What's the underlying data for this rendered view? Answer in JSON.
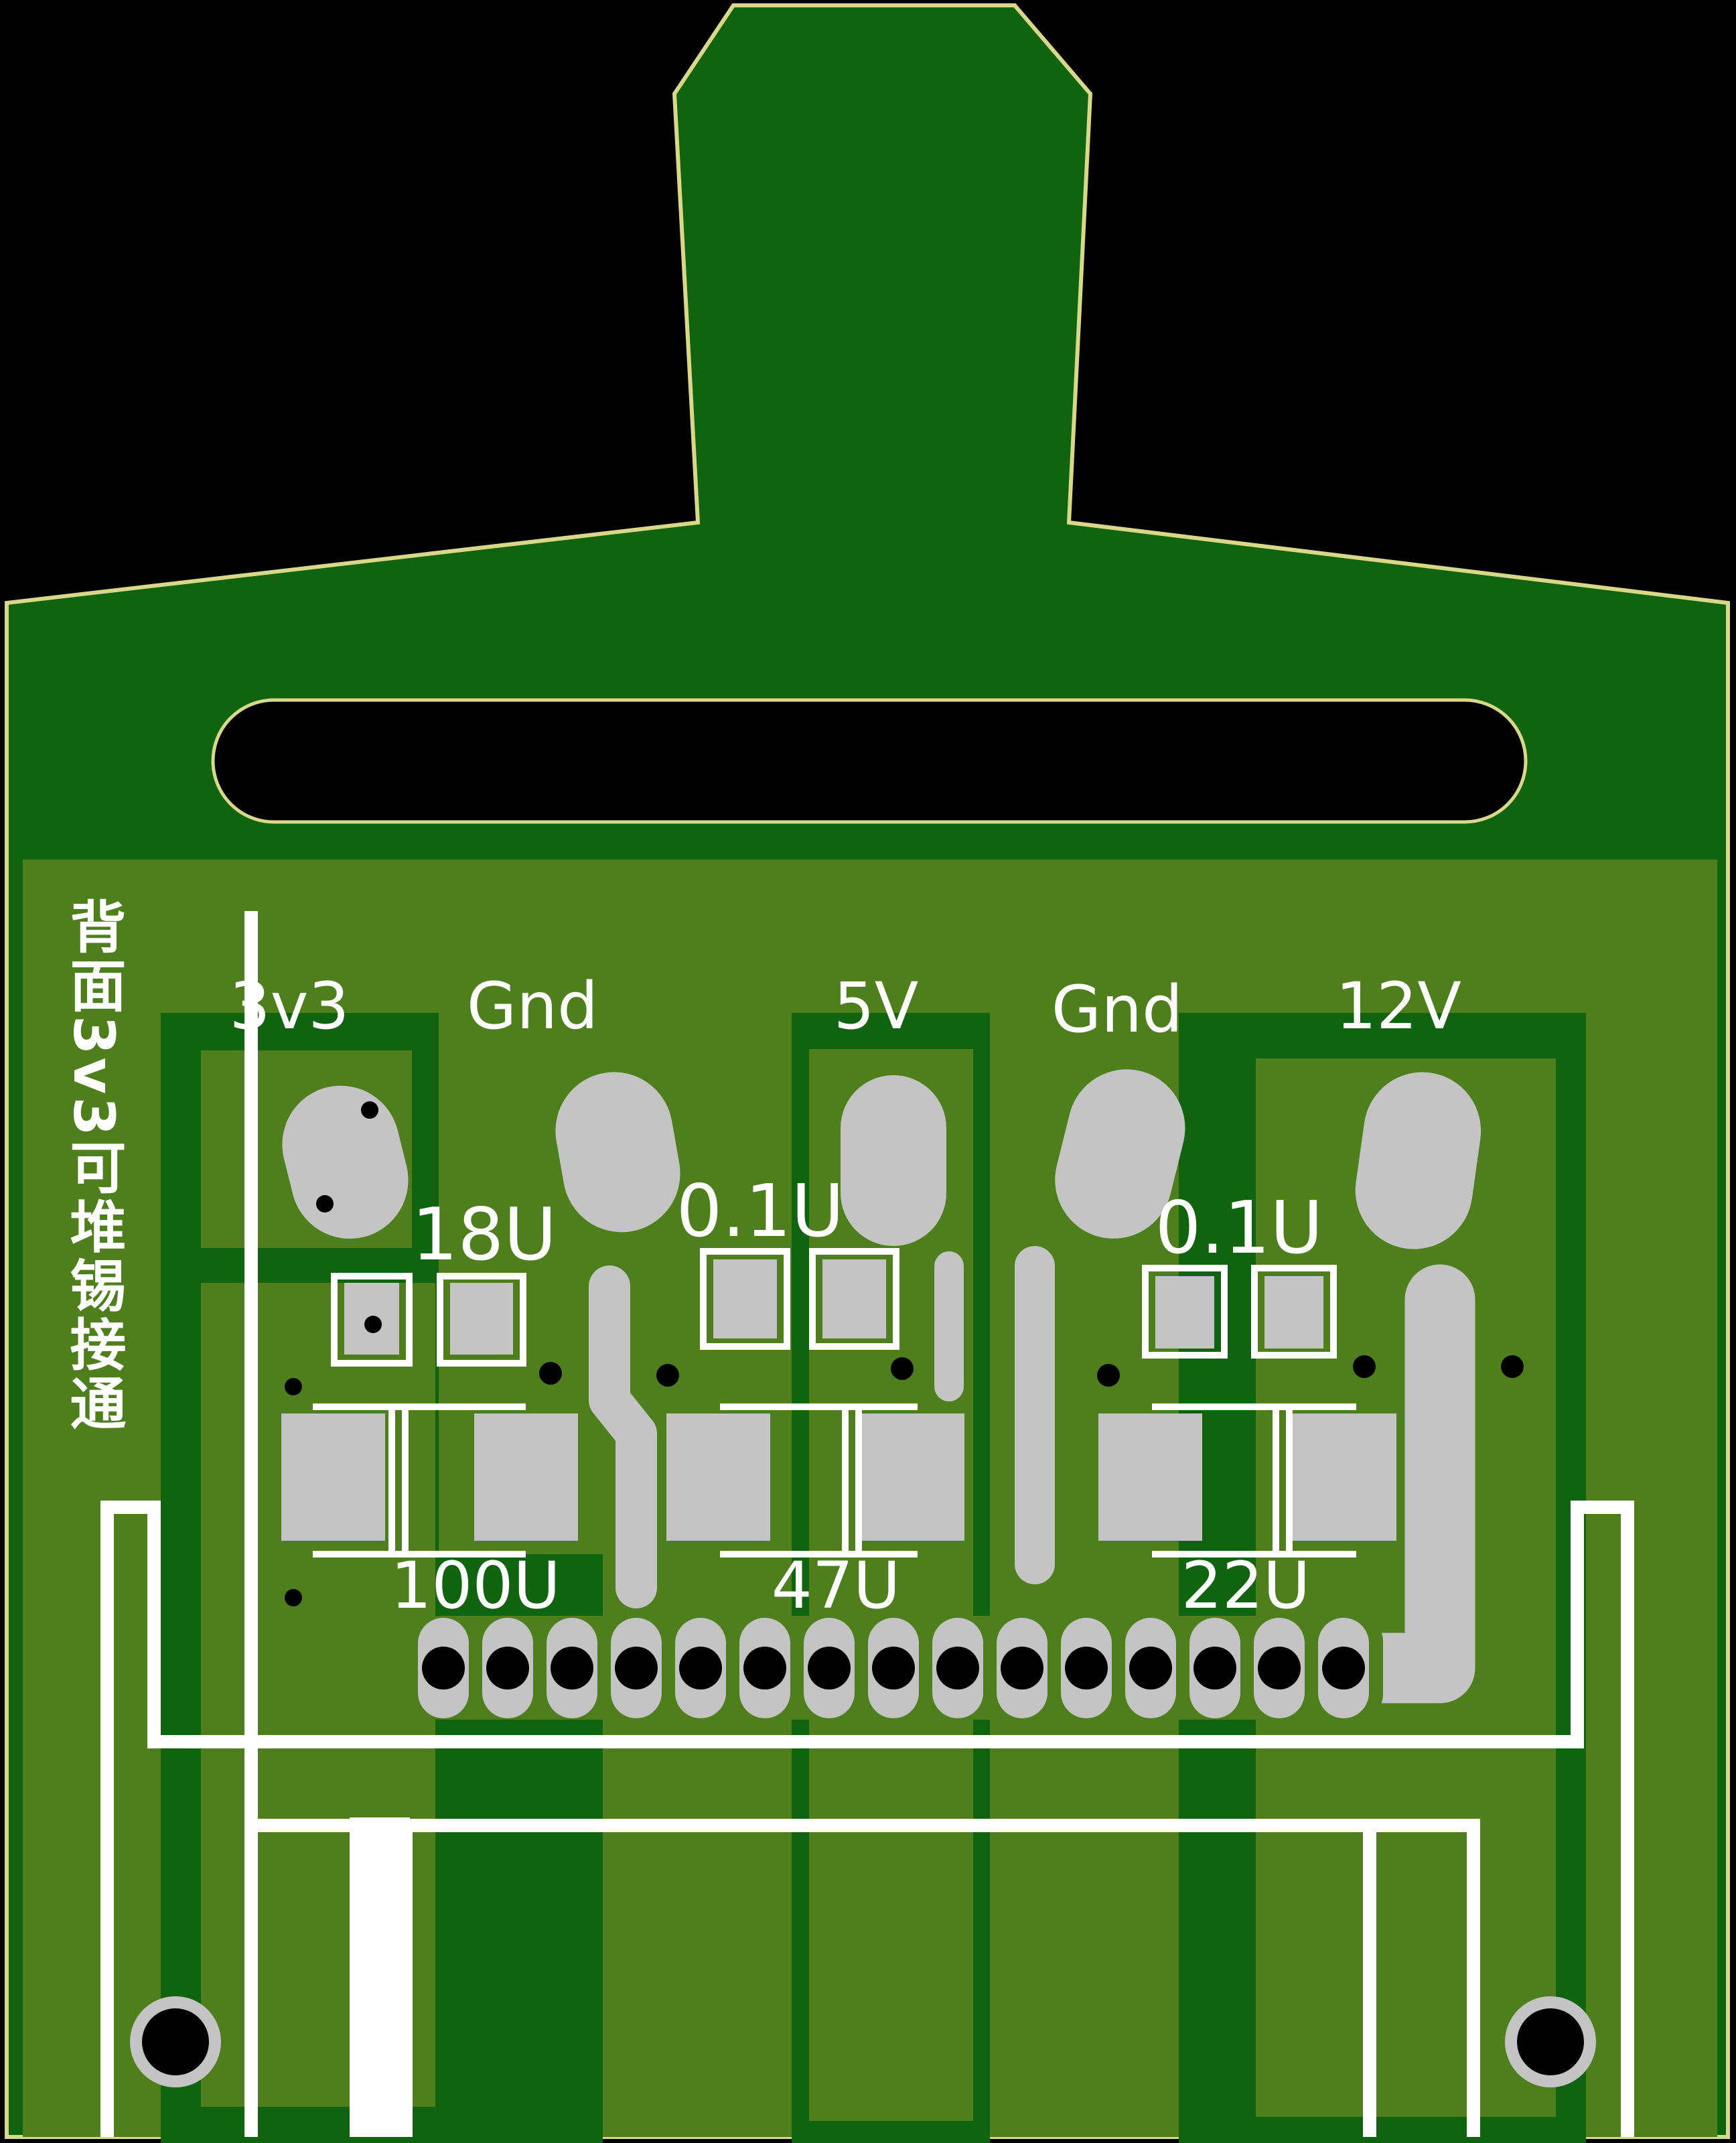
{
  "colors": {
    "background": "#000000",
    "board_green": "#11640f",
    "copper_pour": "#4f7f1c",
    "outline": "#d8d888",
    "pad": "#c4c4c4",
    "silkscreen": "#ffffff",
    "drill": "#000000"
  },
  "labels": {
    "rail_3v3": "3v3",
    "gnd_1": "Gnd",
    "rail_5v": "5V",
    "gnd_2": "Gnd",
    "rail_12v": "12V",
    "cap_18u": "18U",
    "cap_01u_a": "0.1U",
    "cap_01u_b": "0.1U",
    "cap_100u": "100U",
    "cap_47u": "47U",
    "cap_22u": "22U",
    "side_note": "背面3v3可堆锡接通"
  }
}
